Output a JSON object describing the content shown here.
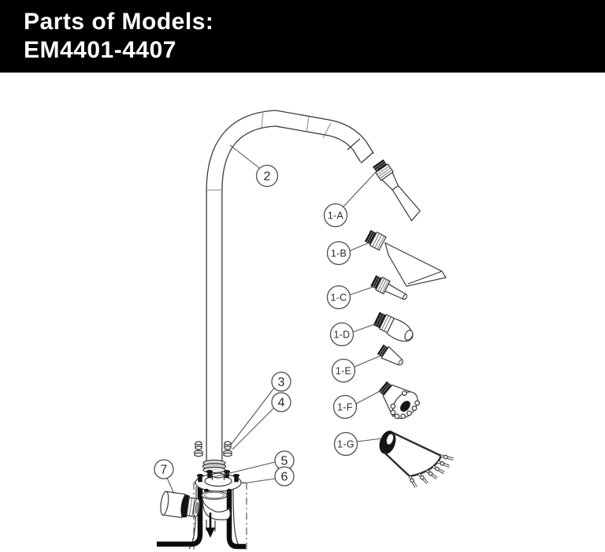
{
  "header": {
    "title_line1": "Parts of Models:",
    "title_line2": "EM4401-4407",
    "bg_color": "#000000",
    "text_color": "#ffffff"
  },
  "diagram": {
    "background": "#ffffff",
    "line_color": "#3b3b3b",
    "dark_fill": "#151515",
    "callouts": {
      "c2": {
        "label": "2"
      },
      "c3": {
        "label": "3"
      },
      "c4": {
        "label": "4"
      },
      "c5": {
        "label": "5"
      },
      "c6": {
        "label": "6"
      },
      "c7": {
        "label": "7"
      },
      "c1a": {
        "label": "1-A"
      },
      "c1b": {
        "label": "1-B"
      },
      "c1c": {
        "label": "1-C"
      },
      "c1d": {
        "label": "1-D"
      },
      "c1e": {
        "label": "1-E"
      },
      "c1f": {
        "label": "1-F"
      },
      "c1g": {
        "label": "1-G"
      }
    }
  }
}
